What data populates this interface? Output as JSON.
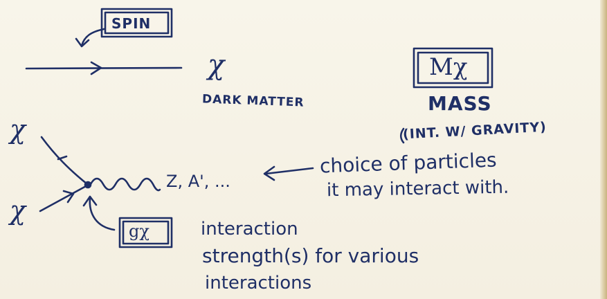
{
  "labels": {
    "spin": "SPIN",
    "chi": "χ",
    "dark_matter": "DARK MATTER",
    "mass_symbol": "Mχ",
    "mass_word": "MASS",
    "mass_note": "(INT. W/ GRAVITY)",
    "chi_upper": "χ",
    "chi_lower": "χ",
    "mediators": "Z, A', ...",
    "choice_line1": "choice of particles",
    "choice_line2": "it may interact with.",
    "coupling_symbol": "gχ",
    "strength_line1": "interaction",
    "strength_line2": "strength(s) for various",
    "strength_line3": "interactions"
  },
  "colors": {
    "ink": "#1f2f66",
    "paper": "#f6f2e6"
  }
}
